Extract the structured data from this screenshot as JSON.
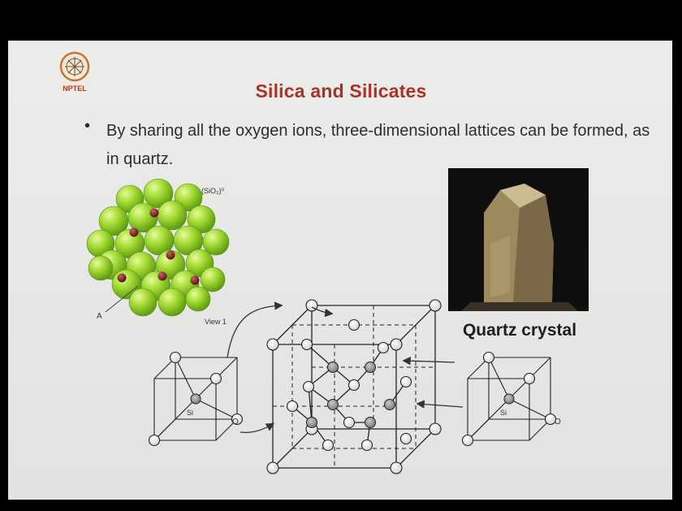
{
  "slide": {
    "logo_text": "NPTEL",
    "title": "Silica and Silicates",
    "bullet_symbol": "•",
    "bullet_text": "By sharing all the oxygen ions, three-dimensional lattices can be formed, as in quartz."
  },
  "model": {
    "formula_label": "(SiO₂)⁰",
    "axis_label": "A",
    "view_label": "View 1"
  },
  "unit_cells": {
    "left_si": "Si",
    "left_o": "O",
    "right_si": "Si",
    "right_o": "O"
  },
  "photo": {
    "caption": "Quartz crystal"
  },
  "colors": {
    "title": "#a9322a",
    "sphere": "#8fcf2a",
    "silicon": "#7a2020"
  }
}
